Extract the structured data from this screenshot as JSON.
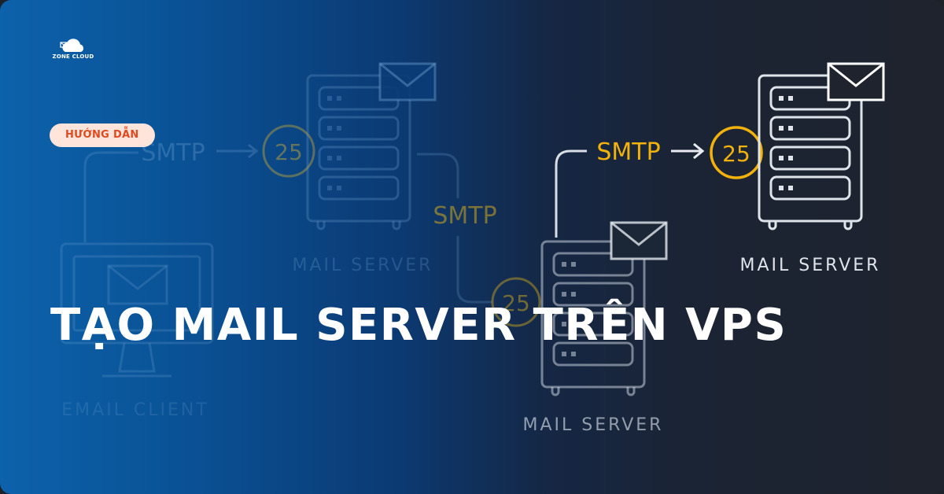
{
  "brand": {
    "name": "ZONE CLOUD"
  },
  "badge": {
    "label": "HƯỚNG DẪN"
  },
  "headline": {
    "text": "TẠO MAIL SERVER TRÊN VPS"
  },
  "diagram": {
    "protocol_label": "SMTP",
    "port_label": "25",
    "server_label": "MAIL SERVER",
    "client_label": "EMAIL CLIENT"
  },
  "colors": {
    "accent_yellow": "#f2b20d",
    "badge_background": "#ffe4dc",
    "badge_text": "#e04a1f",
    "headline_text": "#ffffff"
  }
}
